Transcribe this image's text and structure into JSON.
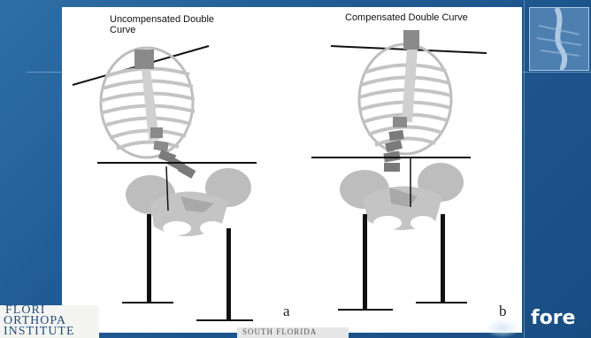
{
  "labels": {
    "left_title": "Uncompensated Double Curve",
    "right_title": "Compensated Double Curve",
    "left_letter": "a",
    "right_letter": "b"
  },
  "logos": {
    "left_line1": "FLORI",
    "left_line2": "ORTHOPA",
    "left_line3": "INSTITUTE",
    "center": "SOUTH FLORIDA",
    "right": "fore"
  },
  "colors": {
    "background": "#1f5a92",
    "bone": "#c9c9c9",
    "vertebra": "#8a8a8a"
  }
}
